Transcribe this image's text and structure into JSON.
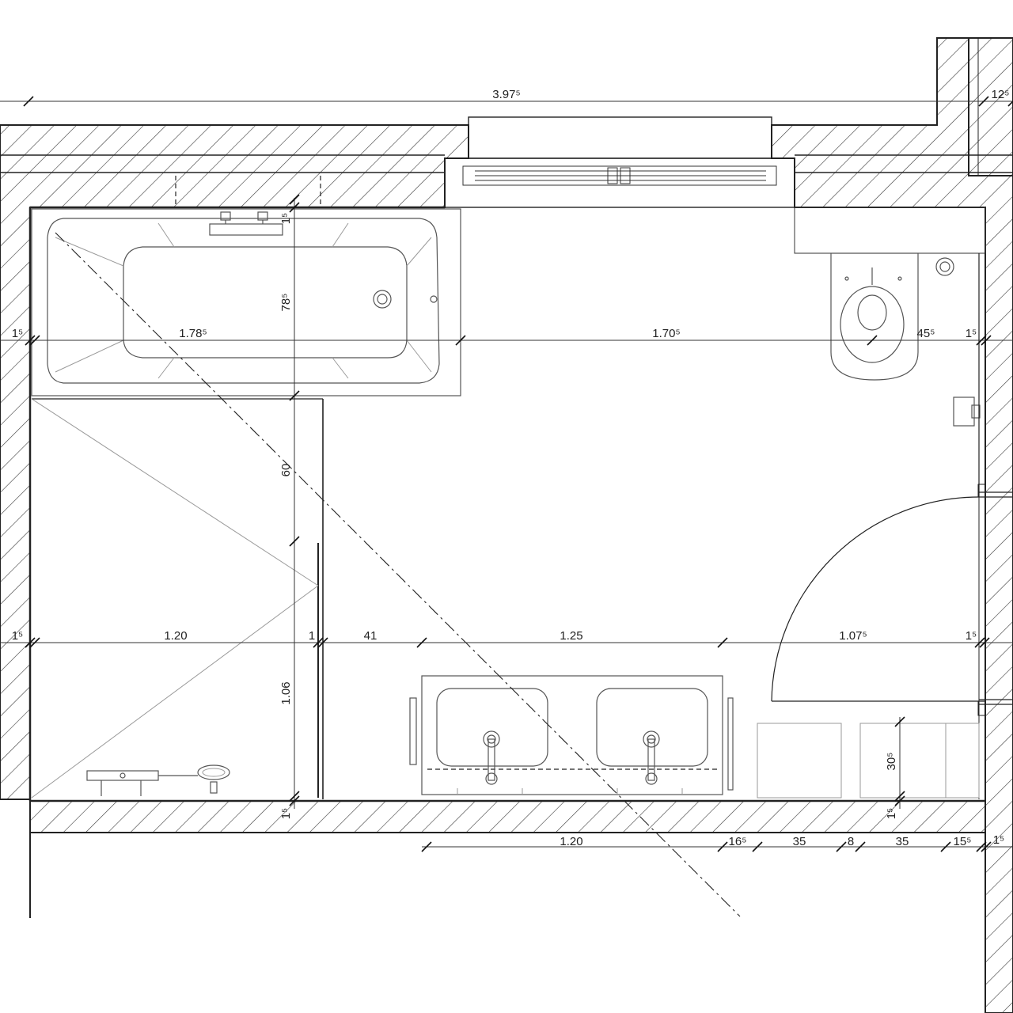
{
  "plan": {
    "dimensions": {
      "overall_width": "3.97⁵",
      "exterior_wall": "12⁵",
      "bath_length": "1.78⁵",
      "bath_depth": "78⁵",
      "bath_tap_offset": "1⁵",
      "toilet_clearance": "1.70⁵",
      "toilet_wall": "45⁵",
      "right_finish_top": "1⁵",
      "left_finish_top": "1⁵",
      "shower_bath_gap": "60",
      "shower_width": "1.20",
      "shower_depth": "1.06",
      "shower_screen": "1",
      "left_finish_mid": "1⁵",
      "vanity_offset": "41",
      "vanity_width": "1.25",
      "door_zone": "1.07⁵",
      "right_finish_mid": "1⁵",
      "bottom_finish_left": "1⁵",
      "bottom_finish_right": "1⁵",
      "cabinet_depth": "30⁵",
      "bottom_run": "1.20",
      "bottom_gap1": "16⁵",
      "cabinet1": "35",
      "bottom_gap2": "8",
      "cabinet2": "35",
      "bottom_gap3": "15⁵",
      "bottom_end": "1⁵"
    }
  }
}
